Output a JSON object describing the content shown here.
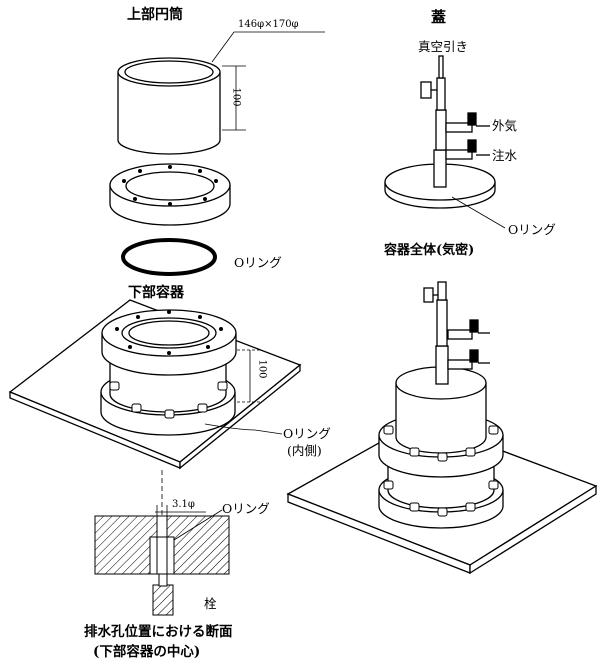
{
  "labels": {
    "upper_cylinder": "上部円筒",
    "dimension_diameter": "146φ×170φ",
    "dimension_upper_height": "100",
    "o_ring_upper": "Oリング",
    "lower_container": "下部容器",
    "dimension_lower_height": "100",
    "o_ring_inner": "Oリング",
    "o_ring_inner_note": "(内側)",
    "hole_diameter": "3.1φ",
    "o_ring_hole": "Oリング",
    "plug": "栓",
    "section_title": "排水孔位置における断面",
    "section_subtitle": "(下部容器の中心)",
    "lid": "蓋",
    "vacuum": "真空引き",
    "outside_air": "外気",
    "water_inlet": "注水",
    "o_ring_lid": "Oリング",
    "whole_container": "容器全体(気密)"
  }
}
